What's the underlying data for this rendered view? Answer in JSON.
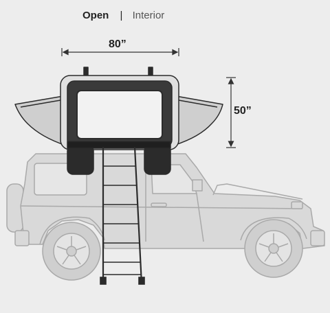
{
  "header": {
    "mode": "Open",
    "separator": "|",
    "view": "Interior"
  },
  "dimensions": {
    "width": "80”",
    "height": "50”"
  },
  "colors": {
    "background": "#ededed",
    "vehicle": "#d9d9d9",
    "vehicle_outline": "#a9a9a9",
    "tent": "#2b2b2b",
    "tent_window": "#f2f2f2",
    "ladder": "#2b2b2b"
  }
}
